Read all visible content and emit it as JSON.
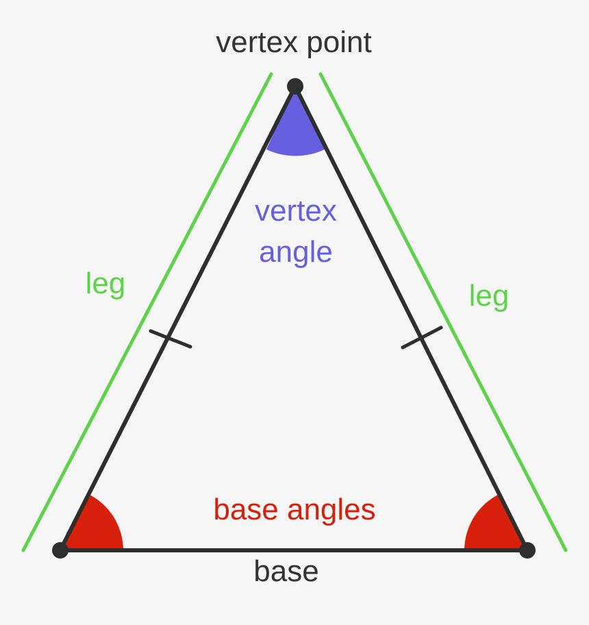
{
  "colors": {
    "background": "#f6f6f6",
    "triangle": "#2e2e2e",
    "leg": "#5dd24a",
    "vertex_angle": "#6660e0",
    "base_angles": "#d6200c",
    "text_dark": "#333333"
  },
  "labels": {
    "vertex_point": "vertex point",
    "vertex_angle_line1": "vertex",
    "vertex_angle_line2": "angle",
    "leg_left": "leg",
    "leg_right": "leg",
    "base_angles": "base angles",
    "base": "base"
  }
}
